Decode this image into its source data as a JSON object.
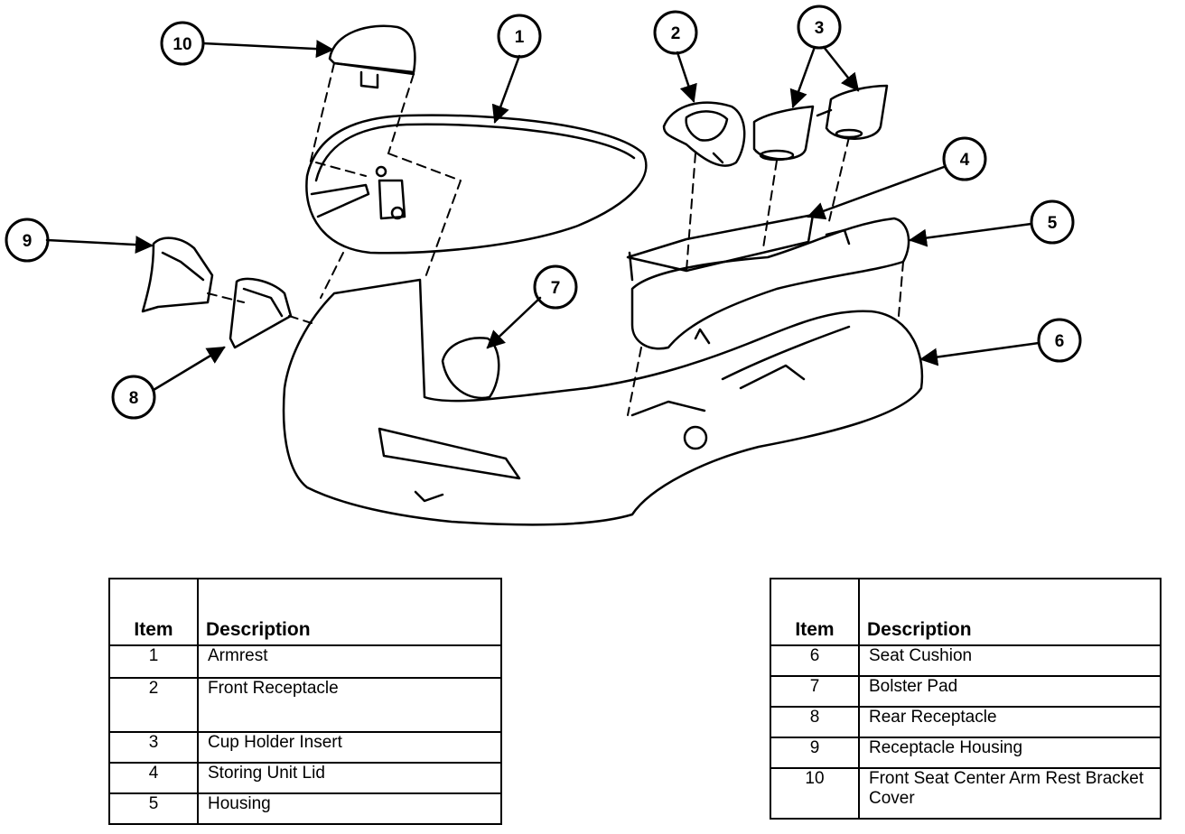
{
  "callouts": [
    "1",
    "2",
    "3",
    "4",
    "5",
    "6",
    "7",
    "8",
    "9",
    "10"
  ],
  "legend_left": {
    "header_item": "Item",
    "header_desc": "Description",
    "rows": [
      {
        "item": "1",
        "desc": "Armrest"
      },
      {
        "item": "2",
        "desc": "Front Receptacle"
      },
      {
        "item": "3",
        "desc": "Cup Holder Insert"
      },
      {
        "item": "4",
        "desc": "Storing Unit Lid"
      },
      {
        "item": "5",
        "desc": "Housing"
      }
    ]
  },
  "legend_right": {
    "header_item": "Item",
    "header_desc": "Description",
    "rows": [
      {
        "item": "6",
        "desc": "Seat Cushion"
      },
      {
        "item": "7",
        "desc": "Bolster Pad"
      },
      {
        "item": "8",
        "desc": "Rear Receptacle"
      },
      {
        "item": "9",
        "desc": "Receptacle Housing"
      },
      {
        "item": "10",
        "desc": "Front Seat Center Arm Rest Bracket Cover"
      }
    ]
  }
}
